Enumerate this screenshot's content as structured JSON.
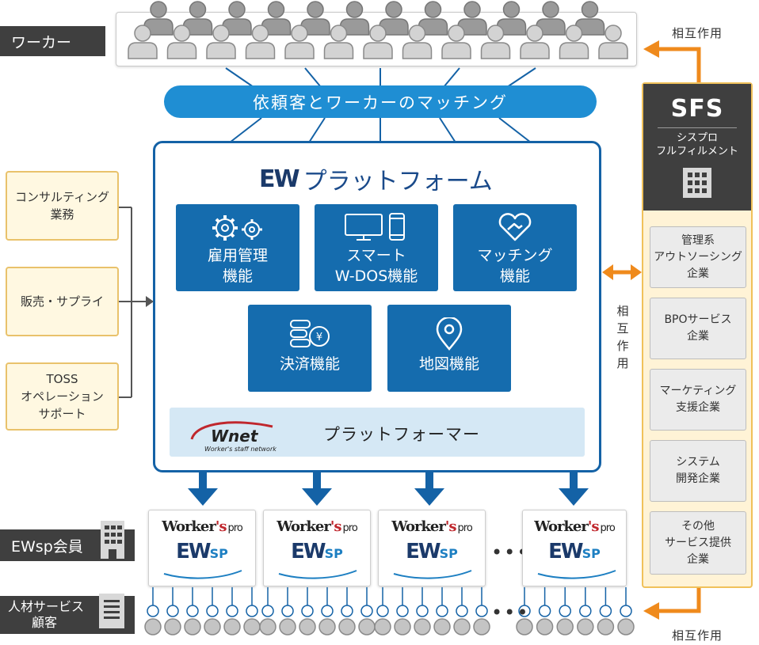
{
  "labels": {
    "workers": "ワーカー",
    "ewsp_members": "EWsp会員",
    "hr_clients_line1": "人材サービス",
    "hr_clients_line2": "顧客"
  },
  "matching": "依頼客とワーカーのマッチング",
  "platform": {
    "title": "プラットフォーム",
    "logo": "EW",
    "functions": [
      {
        "line1": "雇用管理",
        "line2": "機能",
        "icon": "gears-icon"
      },
      {
        "line1": "スマート",
        "line2": "W-DOS機能",
        "icon": "devices-icon"
      },
      {
        "line1": "マッチング",
        "line2": "機能",
        "icon": "handshake-heart-icon"
      },
      {
        "line1": "決済機能",
        "line2": "",
        "icon": "payment-icon"
      },
      {
        "line1": "地図機能",
        "line2": "",
        "icon": "map-pin-icon"
      }
    ],
    "platformer": "プラットフォーマー",
    "wnet_logo": "Wnet",
    "wnet_sub": "Worker's staff network"
  },
  "left_boxes": [
    {
      "line1": "コンサルティング",
      "line2": "業務",
      "line3": ""
    },
    {
      "line1": "販売・サプライ",
      "line2": "",
      "line3": ""
    },
    {
      "line1": "TOSS",
      "line2": "オペレーション",
      "line3": "サポート"
    }
  ],
  "sfs": {
    "title": "SFS",
    "sub1": "シスプロ",
    "sub2": "フルフィルメント",
    "companies": [
      {
        "line1": "管理系",
        "line2": "アウトソーシング",
        "line3": "企業"
      },
      {
        "line1": "BPOサービス",
        "line2": "企業",
        "line3": ""
      },
      {
        "line1": "マーケティング",
        "line2": "支援企業",
        "line3": ""
      },
      {
        "line1": "システム",
        "line2": "開発企業",
        "line3": ""
      },
      {
        "line1": "その他",
        "line2": "サービス提供",
        "line3": "企業"
      }
    ]
  },
  "mutual": {
    "top": "相互作用",
    "bottom": "相互作用",
    "side": [
      "相",
      "互",
      "作",
      "用"
    ]
  },
  "member_card": {
    "brand_a": "Worker",
    "brand_r": "'s",
    "brand_pro": "pro",
    "ew": "EW",
    "sp": "SP"
  },
  "ellipsis": "•••",
  "colors": {
    "platform_blue": "#156cae",
    "pill_blue": "#1f8ed3",
    "arrow_orange": "#ef8a1c",
    "dark_label": "#3f3f3f",
    "yellow_border": "#e9c26b"
  }
}
